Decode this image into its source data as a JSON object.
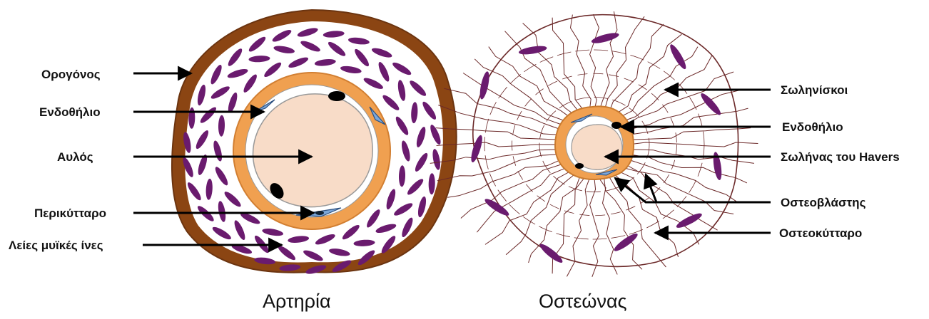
{
  "artery": {
    "title": "Αρτηρία",
    "labels": {
      "adventitia": "Ορογόνος",
      "endothelium": "Ενδοθήλιο",
      "lumen": "Αυλός",
      "pericyte": "Περικύτταρο",
      "smooth_muscle": "Λείες μυϊκές ίνες"
    }
  },
  "osteon": {
    "title": "Οστεώνας",
    "labels": {
      "canaliculi": "Σωληνίσκοι",
      "endothelium": "Ενδοθήλιο",
      "haversian_canal": "Σωλήνας του Havers",
      "osteoblast": "Οστεοβλάστης",
      "osteocyte": "Οστεοκύτταρο"
    }
  },
  "colors": {
    "adventitia": "#8B4513",
    "muscle": "#6A1B6E",
    "media": "#F0A050",
    "lumen": "#F8DCC8",
    "endo_cell": "#7BA7D9",
    "nucleus": "#000000",
    "bone_line": "#6B2828"
  }
}
